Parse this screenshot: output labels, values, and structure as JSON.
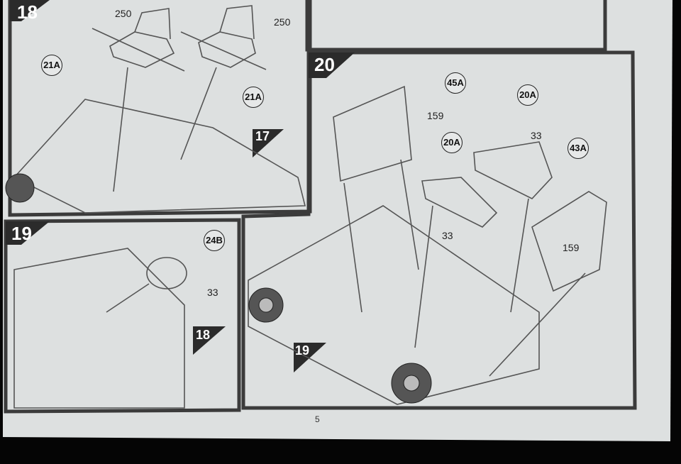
{
  "page_number": "5",
  "steps": {
    "step18": {
      "number": "18",
      "parts": [
        "250",
        "250"
      ],
      "callouts": [
        "21A",
        "21A"
      ],
      "ref_step": "17"
    },
    "step20": {
      "number": "20",
      "callouts": [
        "45A",
        "20A",
        "20A",
        "43A"
      ],
      "parts": [
        "159",
        "33",
        "33",
        "159"
      ],
      "ref_step": "19"
    },
    "step19": {
      "number": "19",
      "callouts": [
        "24B"
      ],
      "parts": [
        "33"
      ],
      "ref_step": "18"
    }
  },
  "colors": {
    "paper": "#dde0e0",
    "frame": "#3b3b3b",
    "line": "#555555"
  }
}
